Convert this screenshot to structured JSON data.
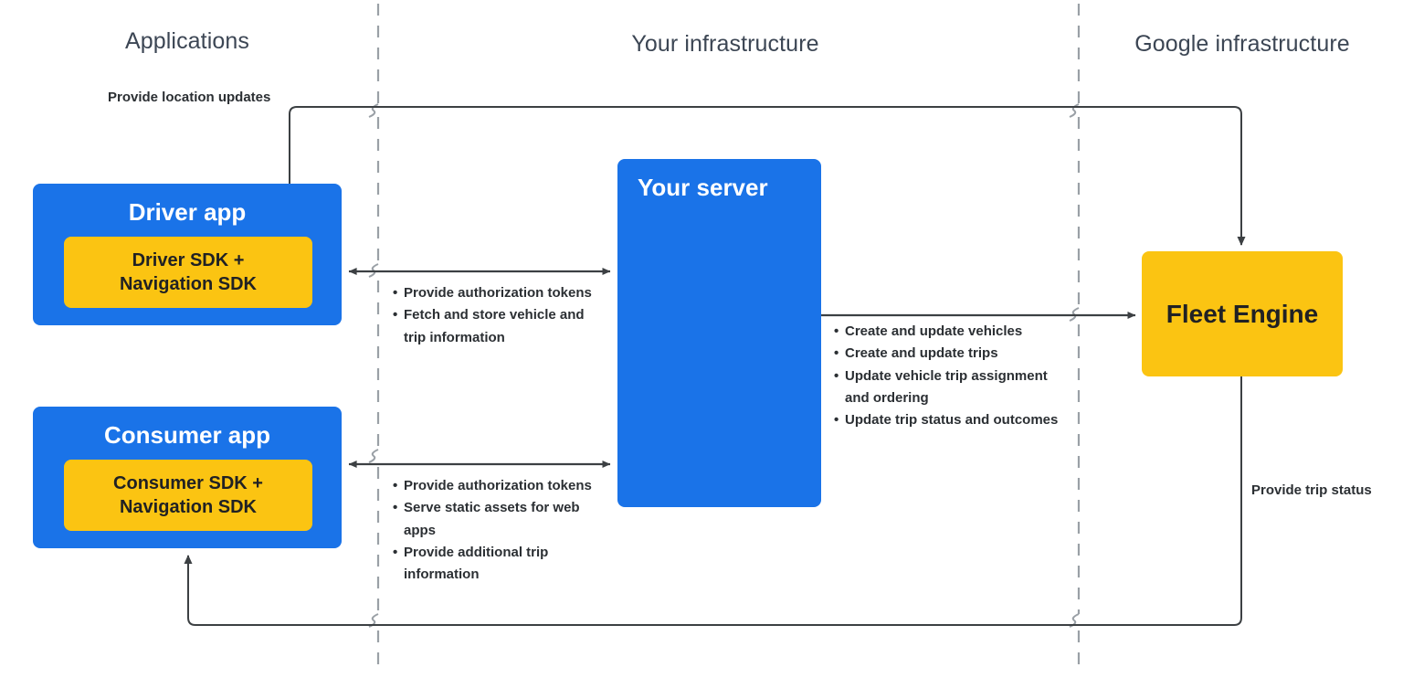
{
  "columns": [
    {
      "id": "applications",
      "label": "Applications"
    },
    {
      "id": "your_infrastructure",
      "label": "Your infrastructure"
    },
    {
      "id": "google_infrastructure",
      "label": "Google infrastructure"
    }
  ],
  "nodes": {
    "driver_app": {
      "title": "Driver app",
      "sdk_label": "Driver SDK +\nNavigation SDK",
      "sdk_line1": "Driver SDK +",
      "sdk_line2": "Navigation SDK",
      "fill": "#1a73e8",
      "sdk_fill": "#fbc412"
    },
    "consumer_app": {
      "title": "Consumer app",
      "sdk_line1": "Consumer SDK +",
      "sdk_line2": "Navigation SDK",
      "fill": "#1a73e8",
      "sdk_fill": "#fbc412"
    },
    "your_server": {
      "title": "Your server",
      "fill": "#1a73e8"
    },
    "fleet_engine": {
      "title": "Fleet Engine",
      "fill": "#fbc412"
    }
  },
  "annotations": {
    "provide_location_updates": "Provide location updates",
    "provide_trip_status": "Provide trip status"
  },
  "flows": {
    "driver_to_server": {
      "direction": "bidirectional",
      "items": [
        "Provide authorization tokens",
        "Fetch and store vehicle and trip information"
      ]
    },
    "consumer_to_server": {
      "direction": "bidirectional",
      "items": [
        "Provide authorization tokens",
        "Serve static assets for web apps",
        "Provide additional trip information"
      ]
    },
    "server_to_fleet_engine": {
      "direction": "to-fleet-engine",
      "items": [
        "Create and update vehicles",
        "Create and update trips",
        "Update vehicle trip assignment and ordering",
        "Update trip status and outcomes"
      ]
    }
  },
  "colors": {
    "blue": "#1a73e8",
    "yellow": "#fbc412",
    "connector": "#3c4043",
    "divider": "#9aa0a6",
    "header_text": "#3c4654",
    "body_text": "#2b2f33"
  }
}
